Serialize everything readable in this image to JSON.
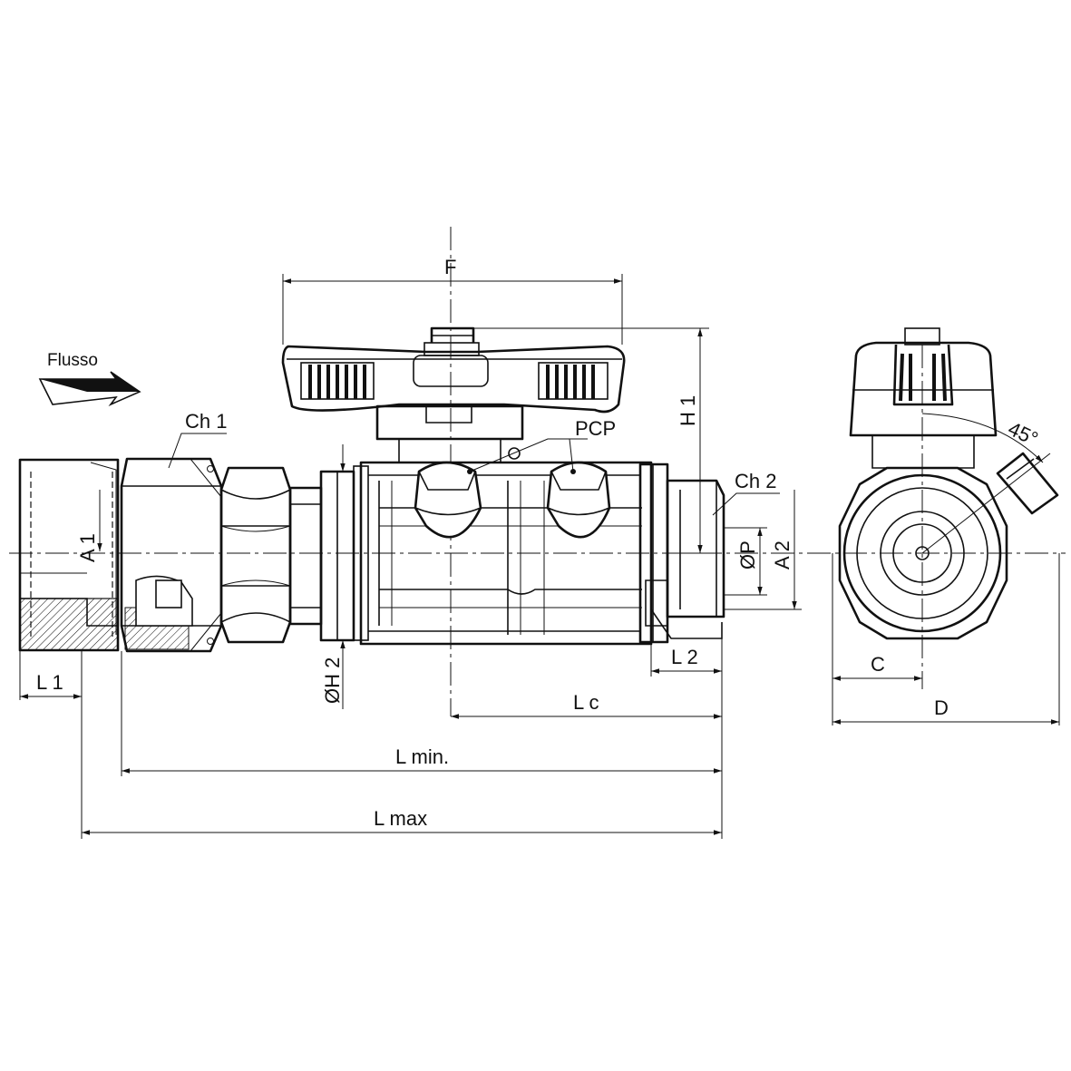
{
  "flow_label": "Flusso",
  "labels": {
    "F": "F",
    "H1": "H 1",
    "PCP": "PCP",
    "Ch1": "Ch 1",
    "Ch2": "Ch 2",
    "A1": "A 1",
    "A2": "A 2",
    "P": "ØP",
    "H2": "ØH 2",
    "L1": "L 1",
    "L2": "L 2",
    "Lc": "L c",
    "Lmin": "L min.",
    "Lmax": "L max",
    "C": "C",
    "D": "D",
    "angle": "45°"
  }
}
